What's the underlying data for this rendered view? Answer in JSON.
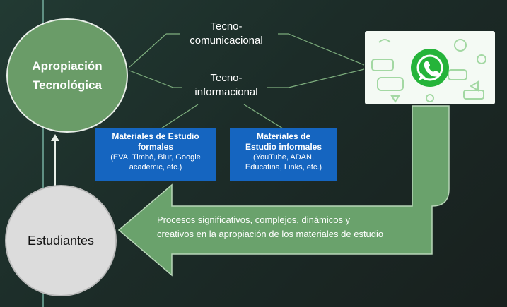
{
  "nodes": {
    "apropiacion": {
      "line1": "Apropiación",
      "line2": "Tecnológica"
    },
    "estudiantes": "Estudiantes"
  },
  "branches": {
    "comunicacional": {
      "line1": "Tecno-",
      "line2": "comunicacional"
    },
    "informacional": {
      "line1": "Tecno-",
      "line2": "informacional"
    }
  },
  "materials": {
    "formal": {
      "title1": "Materiales de Estudio",
      "title2": "formales",
      "detail1": "(EVA, Timbó, Biur, Google",
      "detail2": "academic, etc.)"
    },
    "informal": {
      "title1": "Materiales de",
      "title2": "Estudio informales",
      "detail1": "(YouTube, ADAN,",
      "detail2": "Educatina, Links, etc.)"
    }
  },
  "process": {
    "line1": "Procesos significativos, complejos, dinámicos y",
    "line2": "creativos en la apropiación de los materiales de estudio"
  },
  "colors": {
    "background": "#1f302b",
    "circle_green": "#6a9c68",
    "arrow_green": "#6aa26c",
    "box_blue": "#1565c0",
    "whatsapp": "#25b43a"
  },
  "icons": {
    "app": "whatsapp-icon"
  }
}
